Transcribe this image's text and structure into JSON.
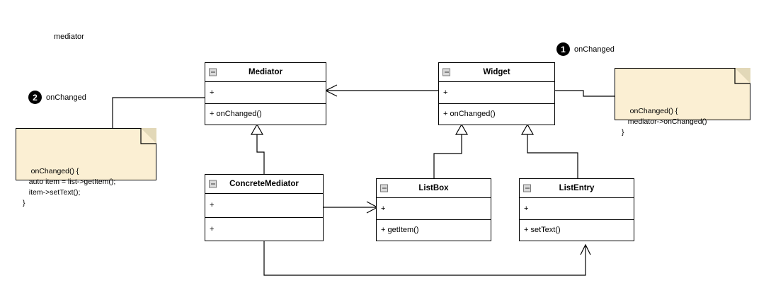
{
  "diagram": {
    "title_label": "mediator",
    "background": "#ffffff",
    "note_fill": "#fbefd3",
    "badge_fill": "#000000",
    "line_color": "#000000"
  },
  "steps": [
    {
      "number": "1",
      "label": "onChanged"
    },
    {
      "number": "2",
      "label": "onChanged"
    }
  ],
  "classes": [
    {
      "name": "Mediator",
      "icon": "collapse-minus-icon",
      "attributes": "+",
      "operations": "+ onChanged()"
    },
    {
      "name": "Widget",
      "icon": "collapse-minus-icon",
      "attributes": "+",
      "operations": "+ onChanged()"
    },
    {
      "name": "ConcreteMediator",
      "icon": "collapse-minus-icon",
      "attributes": "+",
      "operations": "+"
    },
    {
      "name": "ListBox",
      "icon": "collapse-minus-icon",
      "attributes": "+",
      "operations": "+ getItem()"
    },
    {
      "name": "ListEntry",
      "icon": "collapse-minus-icon",
      "attributes": "+",
      "operations": "+ setText()"
    }
  ],
  "notes": [
    {
      "id": "note-concrete-mediator",
      "text": "onChanged() {\n   auto item = list->getItem();\n   item->setText();\n}"
    },
    {
      "id": "note-widget",
      "text": "onChanged() {\n   mediator->onChanged()\n}"
    }
  ]
}
